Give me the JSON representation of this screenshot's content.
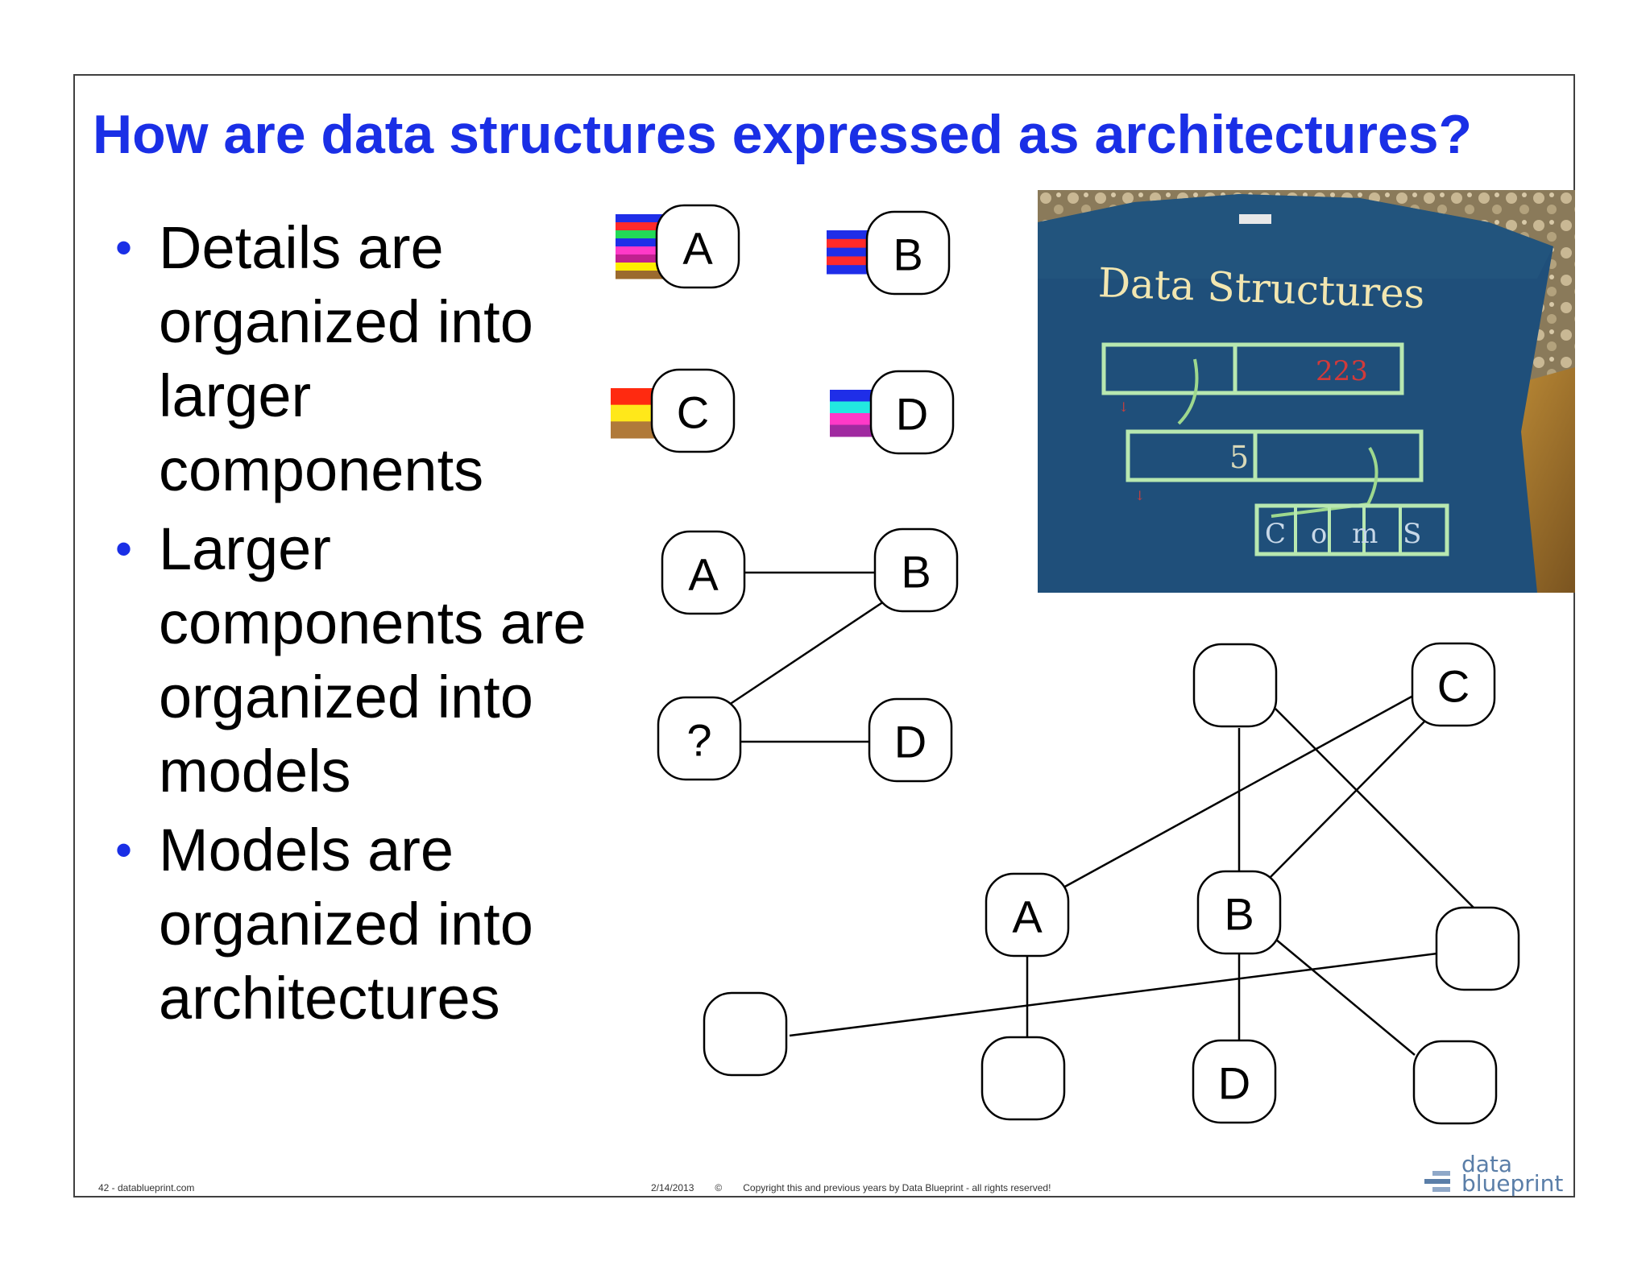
{
  "title": "How are data structures expressed as architectures?",
  "bullets": [
    "Details are organized into larger components",
    "Larger components are organized into models",
    "Models are organized into architectures"
  ],
  "colors": {
    "title": "#1a2fe6",
    "bullet_dot": "#1a2fe6",
    "frame": "#404040"
  },
  "component_icons": [
    {
      "label": "A",
      "stripes": [
        "#1f2ee8",
        "#ff2a2a",
        "#22d957",
        "#1f2ee8",
        "#ff39c8",
        "#c02090",
        "#ffee00",
        "#9b6a2e"
      ]
    },
    {
      "label": "B",
      "stripes": [
        "#1f2ee8",
        "#ff2a2a",
        "#1f2ee8",
        "#ff2a2a",
        "#1f2ee8"
      ]
    },
    {
      "label": "C",
      "stripes": [
        "#ff2a10",
        "#ffe81a",
        "#b07a3a"
      ]
    },
    {
      "label": "D",
      "stripes": [
        "#1f2ee8",
        "#22e8e0",
        "#ff39c8",
        "#a02aa0"
      ]
    }
  ],
  "model_nodes": [
    "A",
    "B",
    "?",
    "D"
  ],
  "architecture_nodes": [
    "C",
    "A",
    "B",
    "D"
  ],
  "photo": {
    "caption": "Data Structures",
    "cell_text_1": "223",
    "cell_text_2": "5",
    "cell_text_3": "C o m S"
  },
  "footer": {
    "left": "42 - datablueprint.com",
    "date": "2/14/2013",
    "copyright_symbol": "©",
    "copyright": "Copyright this and previous years by Data Blueprint - all rights reserved!"
  },
  "logo": {
    "line1": "data",
    "line2": "blueprint"
  }
}
